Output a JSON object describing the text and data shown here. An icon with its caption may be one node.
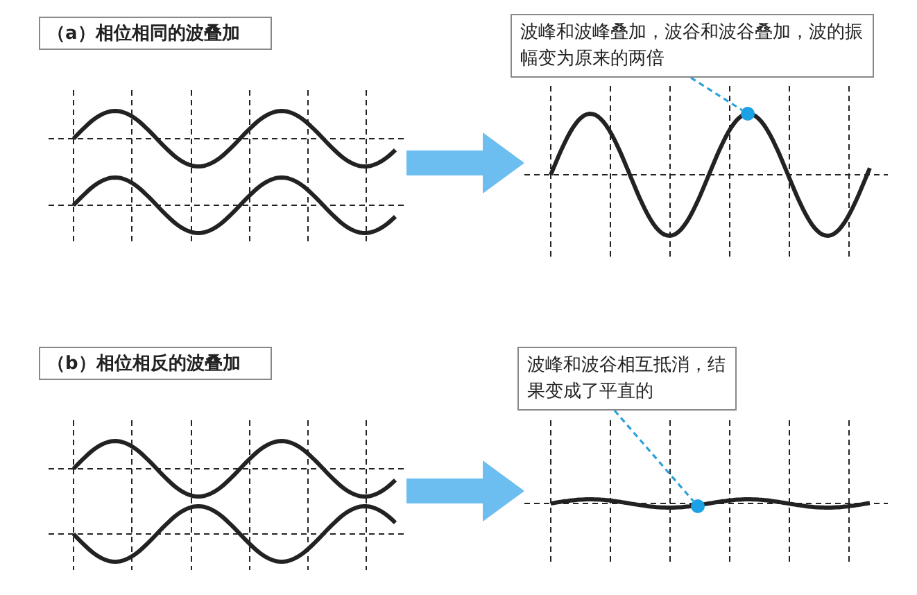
{
  "diagram": {
    "nodes": [
      {
        "text": [
          "（a）相位相同的波叠加"
        ]
      },
      {
        "text": [],
        "shape": "picture"
      },
      {
        "text": [],
        "shape": "picture"
      },
      {
        "text": [
          "波峰和波峰叠加，波谷和波谷叠加，波的振幅变为原来的两倍"
        ]
      },
      {
        "text": [],
        "shape": "circle",
        "in": 2
      },
      {
        "text": [
          "（b）相位相反的波叠加"
        ]
      },
      {
        "text": [],
        "shape": "picture"
      },
      {
        "text": [],
        "shape": "picture"
      },
      {
        "text": [
          "波峰和波谷相互抵消，结果变成了平直的"
        ]
      },
      {
        "text": [],
        "shape": "circle",
        "in": 7
      }
    ],
    "edges": [
      {
        "from": 1,
        "to": 2,
        "arrow": "to",
        "style": "thick",
        "color": "#6cbdf0"
      },
      {
        "from": 3,
        "to": 4,
        "arrow": "none",
        "style": "dashed",
        "color": "#2a9fd8"
      },
      {
        "from": 6,
        "to": 7,
        "arrow": "to",
        "style": "thick",
        "color": "#6cbdf0"
      },
      {
        "from": 8,
        "to": 9,
        "arrow": "none",
        "style": "dashed",
        "color": "#2a9fd8"
      }
    ]
  }
}
